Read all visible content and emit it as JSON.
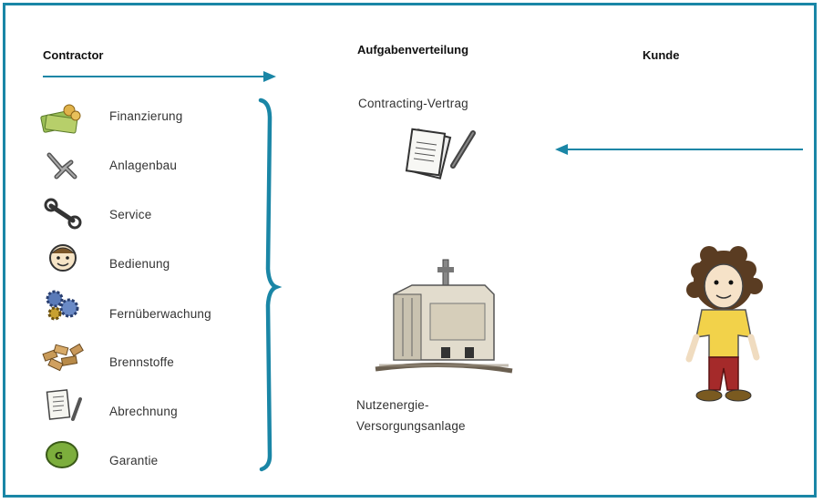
{
  "columns": {
    "contractor": "Contractor",
    "task_distribution": "Aufgabenverteilung",
    "customer": "Kunde"
  },
  "services": [
    {
      "label": "Finanzierung",
      "icon": "money-icon"
    },
    {
      "label": "Anlagenbau",
      "icon": "pipes-icon"
    },
    {
      "label": "Service",
      "icon": "wrench-icon"
    },
    {
      "label": "Bedienung",
      "icon": "face-icon"
    },
    {
      "label": "Fernüberwachung",
      "icon": "gears-icon"
    },
    {
      "label": "Brennstoffe",
      "icon": "wood-chips-icon"
    },
    {
      "label": "Abrechnung",
      "icon": "invoice-icon"
    },
    {
      "label": "Garantie",
      "icon": "guarantee-icon"
    }
  ],
  "center": {
    "contract_label": "Contracting-Vertrag",
    "plant_label_line1": "Nutzenergie-",
    "plant_label_line2": "Versorgungsanlage"
  },
  "colors": {
    "accent": "#1a86a6"
  }
}
